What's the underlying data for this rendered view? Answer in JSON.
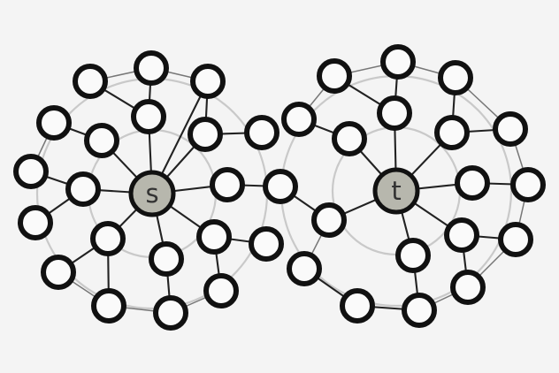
{
  "diagram": {
    "background_color": "#f4f4f4",
    "node_fill": "#fafafa",
    "node_stroke": "#111111",
    "hub_fill": "#b7b7ad",
    "hubs": [
      {
        "id": "s",
        "label": "s"
      },
      {
        "id": "t",
        "label": "t"
      }
    ]
  }
}
